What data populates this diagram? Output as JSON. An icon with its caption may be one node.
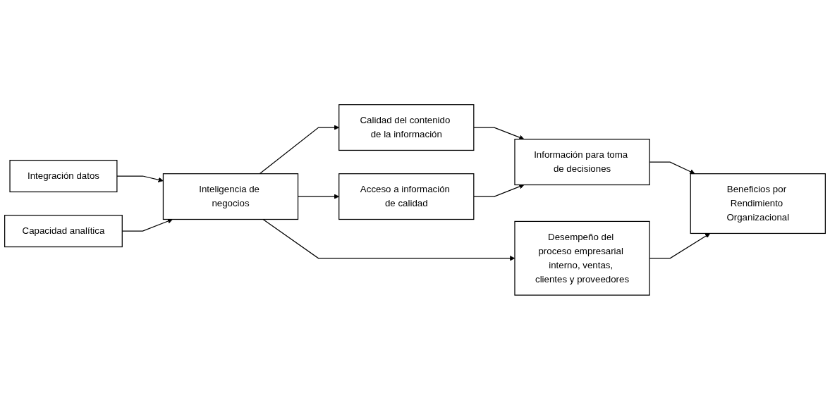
{
  "diagram": {
    "nodes": [
      {
        "text": [
          "Integración datos"
        ]
      },
      {
        "text": [
          "Capacidad analítica"
        ]
      },
      {
        "text": [
          "Inteligencia de negocios"
        ]
      },
      {
        "text": [
          "Calidad del contenido de la información"
        ]
      },
      {
        "text": [
          "Acceso a información de calidad"
        ]
      },
      {
        "text": [
          "Desempeño del proceso empresarial interno, ventas, clientes y proveedores"
        ]
      },
      {
        "text": [
          "Información para toma de decisiones"
        ]
      },
      {
        "text": [
          "Beneficios por Rendimiento Organizacional"
        ]
      }
    ],
    "edges": [
      {
        "from": 0,
        "to": 2,
        "arrow": "to"
      },
      {
        "from": 1,
        "to": 2,
        "arrow": "to"
      },
      {
        "from": 2,
        "to": 3,
        "arrow": "to"
      },
      {
        "from": 2,
        "to": 4,
        "arrow": "to"
      },
      {
        "from": 2,
        "to": 5,
        "arrow": "to"
      },
      {
        "from": 3,
        "to": 6,
        "arrow": "to"
      },
      {
        "from": 4,
        "to": 6,
        "arrow": "to"
      },
      {
        "from": 6,
        "to": 7,
        "arrow": "to"
      },
      {
        "from": 5,
        "to": 7,
        "arrow": "to"
      }
    ]
  }
}
